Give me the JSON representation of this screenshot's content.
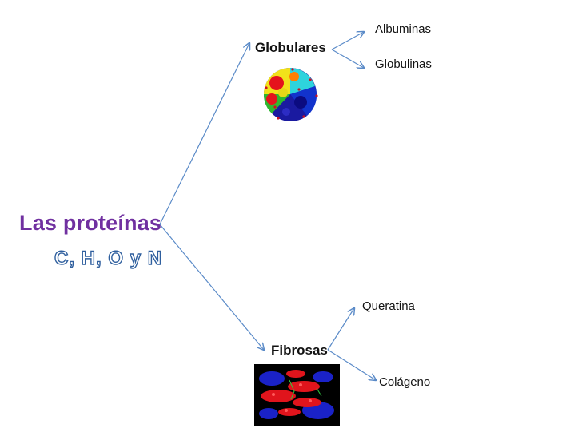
{
  "diagram": {
    "root": {
      "title": "Las proteínas",
      "elements": "C, H, O y N"
    },
    "categories": [
      {
        "label": "Globulares",
        "children": [
          "Albuminas",
          "Globulinas"
        ]
      },
      {
        "label": "Fibrosas",
        "children": [
          "Queratina",
          "Colágeno"
        ]
      }
    ],
    "colors": {
      "title": "#7030a0",
      "elements_outline": "#2f5f9e",
      "connector": "#5b8bc8"
    },
    "icons": [
      "globular-protein-image",
      "fibrous-protein-image"
    ]
  }
}
